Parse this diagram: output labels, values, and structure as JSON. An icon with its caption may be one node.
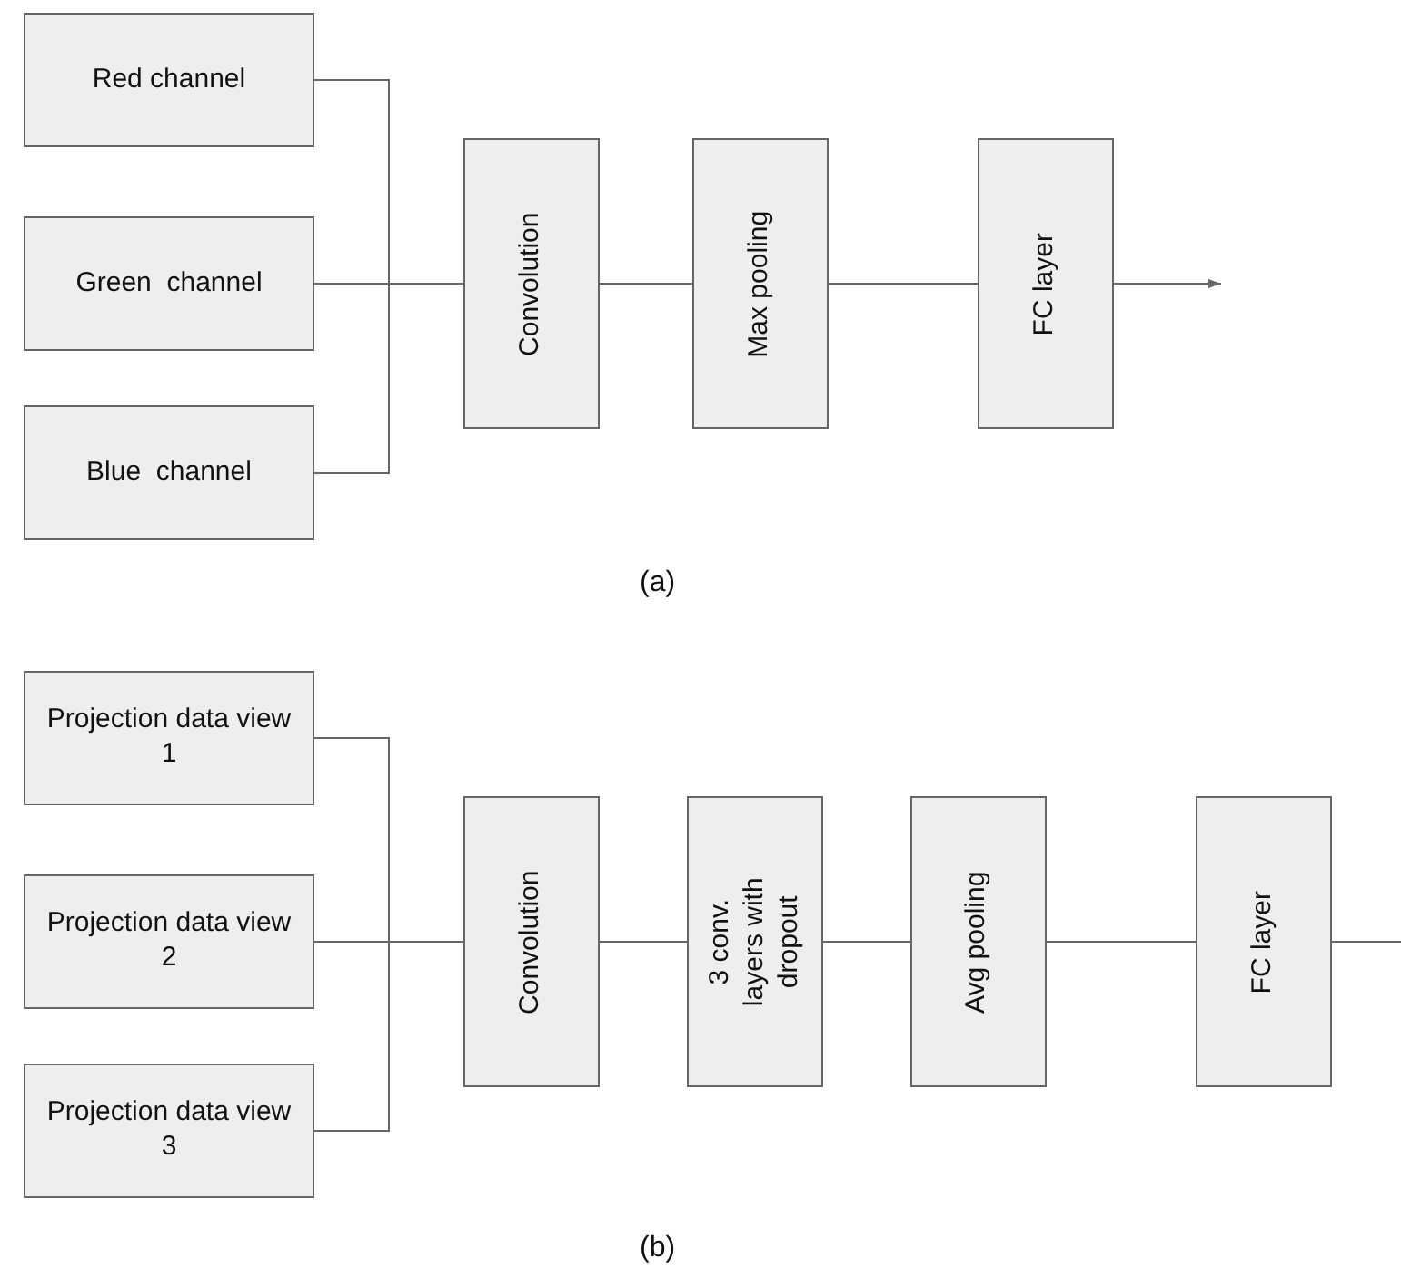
{
  "diagram": {
    "nodes": [
      {
        "text": [
          "Red channel"
        ]
      },
      {
        "text": [
          "Green  channel"
        ]
      },
      {
        "text": [
          "Blue  channel"
        ]
      },
      {
        "text": [
          "Convolution"
        ]
      },
      {
        "text": [
          "Max pooling"
        ]
      },
      {
        "text": [
          "FC layer"
        ]
      },
      {
        "text": [
          "Projection data view 1"
        ]
      },
      {
        "text": [
          "Projection data view 2"
        ]
      },
      {
        "text": [
          "Projection data view 3"
        ]
      },
      {
        "text": [
          "Convolution"
        ]
      },
      {
        "text": [
          "3 conv. layers with dropout"
        ]
      },
      {
        "text": [
          "Avg pooling"
        ]
      },
      {
        "text": [
          "FC layer"
        ]
      }
    ],
    "edges": [
      {
        "from": 0,
        "to": 3,
        "arrow": "none"
      },
      {
        "from": 1,
        "to": 3,
        "arrow": "none"
      },
      {
        "from": 2,
        "to": 3,
        "arrow": "none"
      },
      {
        "from": 3,
        "to": 4,
        "arrow": "none"
      },
      {
        "from": 4,
        "to": 5,
        "arrow": "none"
      },
      {
        "from": 5,
        "to": null,
        "arrow": "to"
      },
      {
        "from": 6,
        "to": 9,
        "arrow": "none"
      },
      {
        "from": 7,
        "to": 9,
        "arrow": "none"
      },
      {
        "from": 8,
        "to": 9,
        "arrow": "none"
      },
      {
        "from": 9,
        "to": 10,
        "arrow": "none"
      },
      {
        "from": 10,
        "to": 11,
        "arrow": "none"
      },
      {
        "from": 11,
        "to": 12,
        "arrow": "none"
      },
      {
        "from": 12,
        "to": null,
        "arrow": "none"
      }
    ],
    "labels": [
      "(a)",
      "(b)"
    ]
  }
}
